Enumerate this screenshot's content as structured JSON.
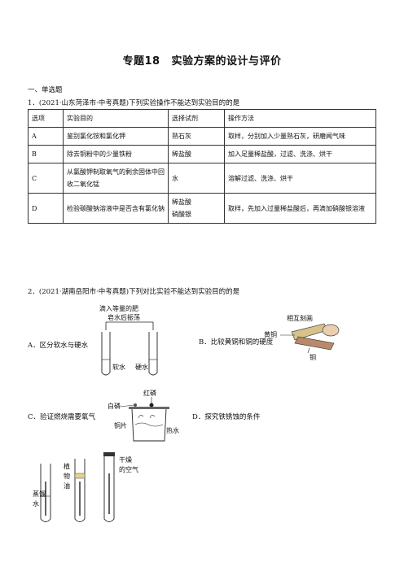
{
  "doc": {
    "title_num": "专题18",
    "title_text": "实验方案的设计与评价",
    "section": "一、单选题",
    "q1": "1．(2021·山东菏泽市·中考真题)下列实验操作不能达到实验目的的是",
    "table": {
      "headers": [
        "选项",
        "实验目的",
        "选择试剂",
        "操作方法"
      ],
      "rows": [
        {
          "opt": "A",
          "purpose": "鉴别氯化铵和氯化钾",
          "reagent": "熟石灰",
          "method": "取样，分别加入少量熟石灰，研磨闻气味"
        },
        {
          "opt": "B",
          "purpose": "除去铜粉中的少量铁粉",
          "reagent": "稀盐酸",
          "method": "加入足量稀盐酸，过滤、洗涤、烘干"
        },
        {
          "opt": "C",
          "purpose": "从氯酸钾制取氧气的剩余固体中回收二氧化锰",
          "reagent": "水",
          "method": "溶解过滤、洗涤、烘干"
        },
        {
          "opt": "D",
          "purpose": "检验碳酸钠溶液中是否含有氯化钠",
          "reagent": "稀盐酸\n硝酸银",
          "method": "取样，先加入过量稀盐酸后，再滴加硝酸银溶液"
        }
      ]
    },
    "q2": "2．(2021·湖南岳阳市·中考真题)下列对比实验不能达到实验目的的是",
    "options": {
      "a": "A．区分软水与硬水",
      "b": "B．比较黄铜和铜的硬度",
      "c": "C．验证燃烧需要氧气",
      "d": "D．探究铁锈蚀的条件"
    },
    "fig_a": {
      "top_label_1": "滴入等量的肥",
      "top_label_2": "皂水后振荡",
      "left": "软水",
      "right": "硬水"
    },
    "fig_b": {
      "top": "相互刻画",
      "brass": "黄铜",
      "copper": "铜"
    },
    "fig_c": {
      "red_p": "红磷",
      "white_p": "白磷",
      "copper_sheet": "铜片",
      "hot_water": "热水"
    },
    "fig_d": {
      "distilled_1": "蒸馏",
      "distilled_2": "水",
      "oil_1": "植",
      "oil_2": "物",
      "oil_3": "油",
      "dry_air_1": "干燥",
      "dry_air_2": "的空气"
    }
  }
}
